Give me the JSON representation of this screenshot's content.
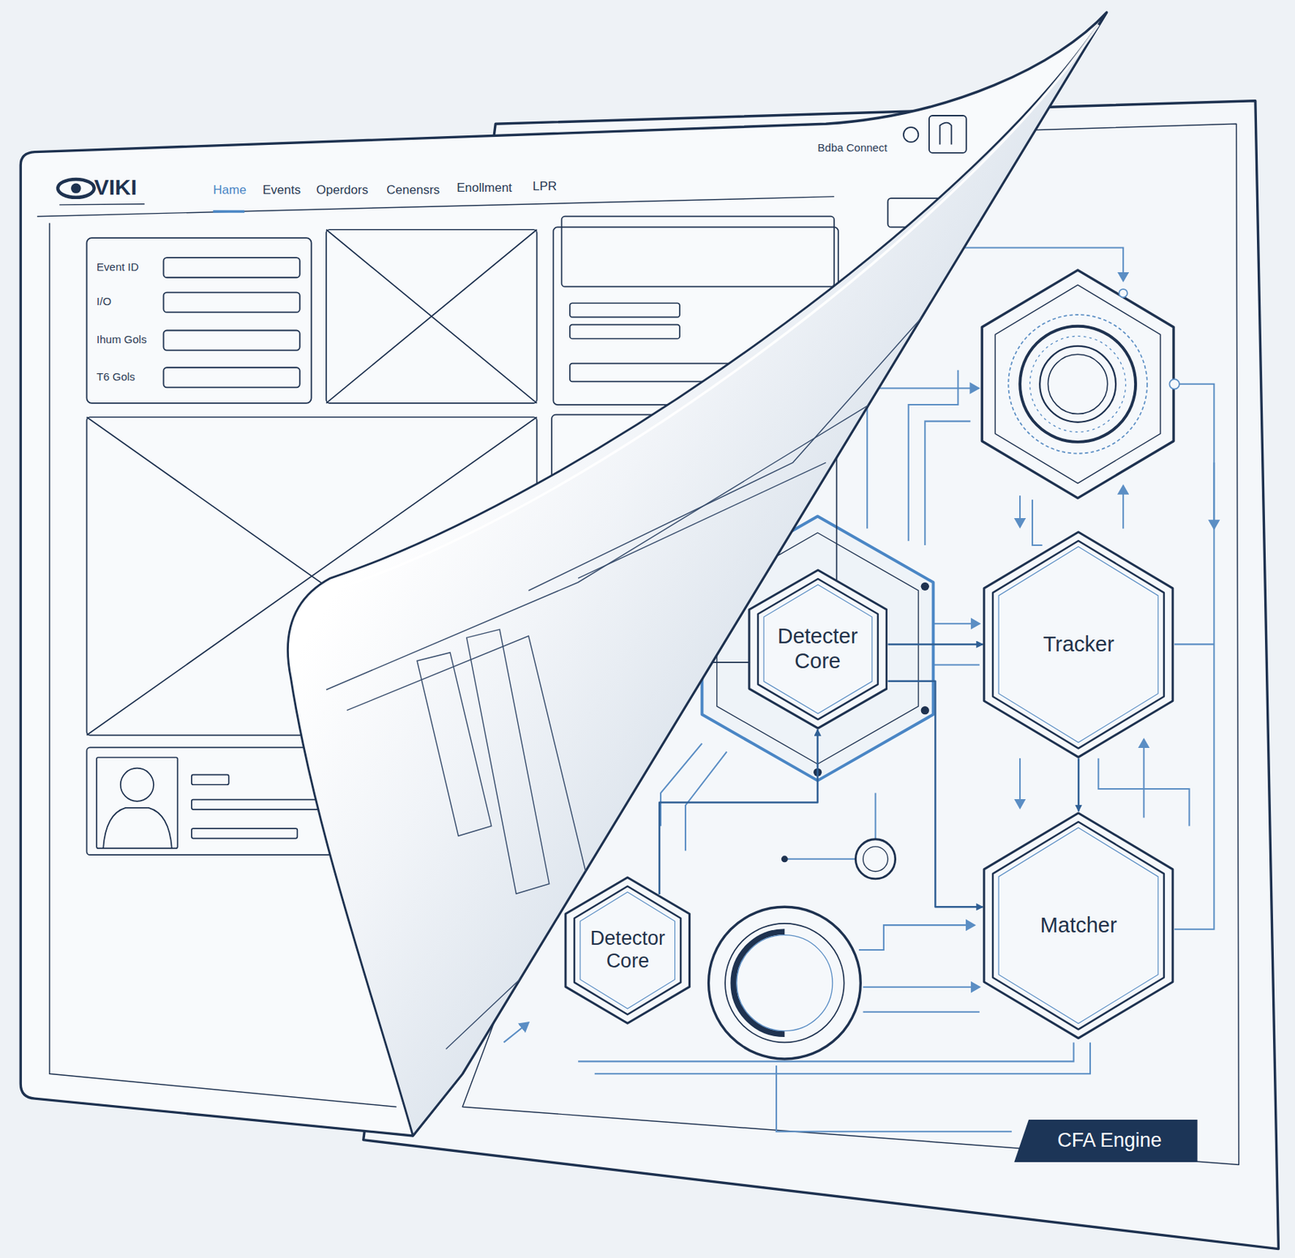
{
  "diagram": {
    "nodes": [
      {
        "text": [
          "Detecter Core"
        ]
      },
      {
        "text": [
          "Tracker"
        ]
      },
      {
        "text": [
          "Matcher"
        ]
      },
      {
        "text": [
          "Detector Core"
        ]
      },
      {
        "text": [
          "CFA Engine"
        ]
      }
    ],
    "edges": [
      {
        "from": 0,
        "to": 1,
        "arrow": "to"
      },
      {
        "from": 1,
        "to": 2,
        "arrow": "to"
      },
      {
        "from": 0,
        "to": 2,
        "arrow": "to"
      },
      {
        "from": 3,
        "to": 0,
        "arrow": "to"
      }
    ],
    "labels": [
      "VIKI",
      "Hame",
      "Events",
      "Operdors",
      "Cenensrs",
      "Enollment",
      "LPR",
      "Bdba Connect",
      "Event ID",
      "I/O",
      "Ihum Gols",
      "T6 Gols"
    ]
  }
}
